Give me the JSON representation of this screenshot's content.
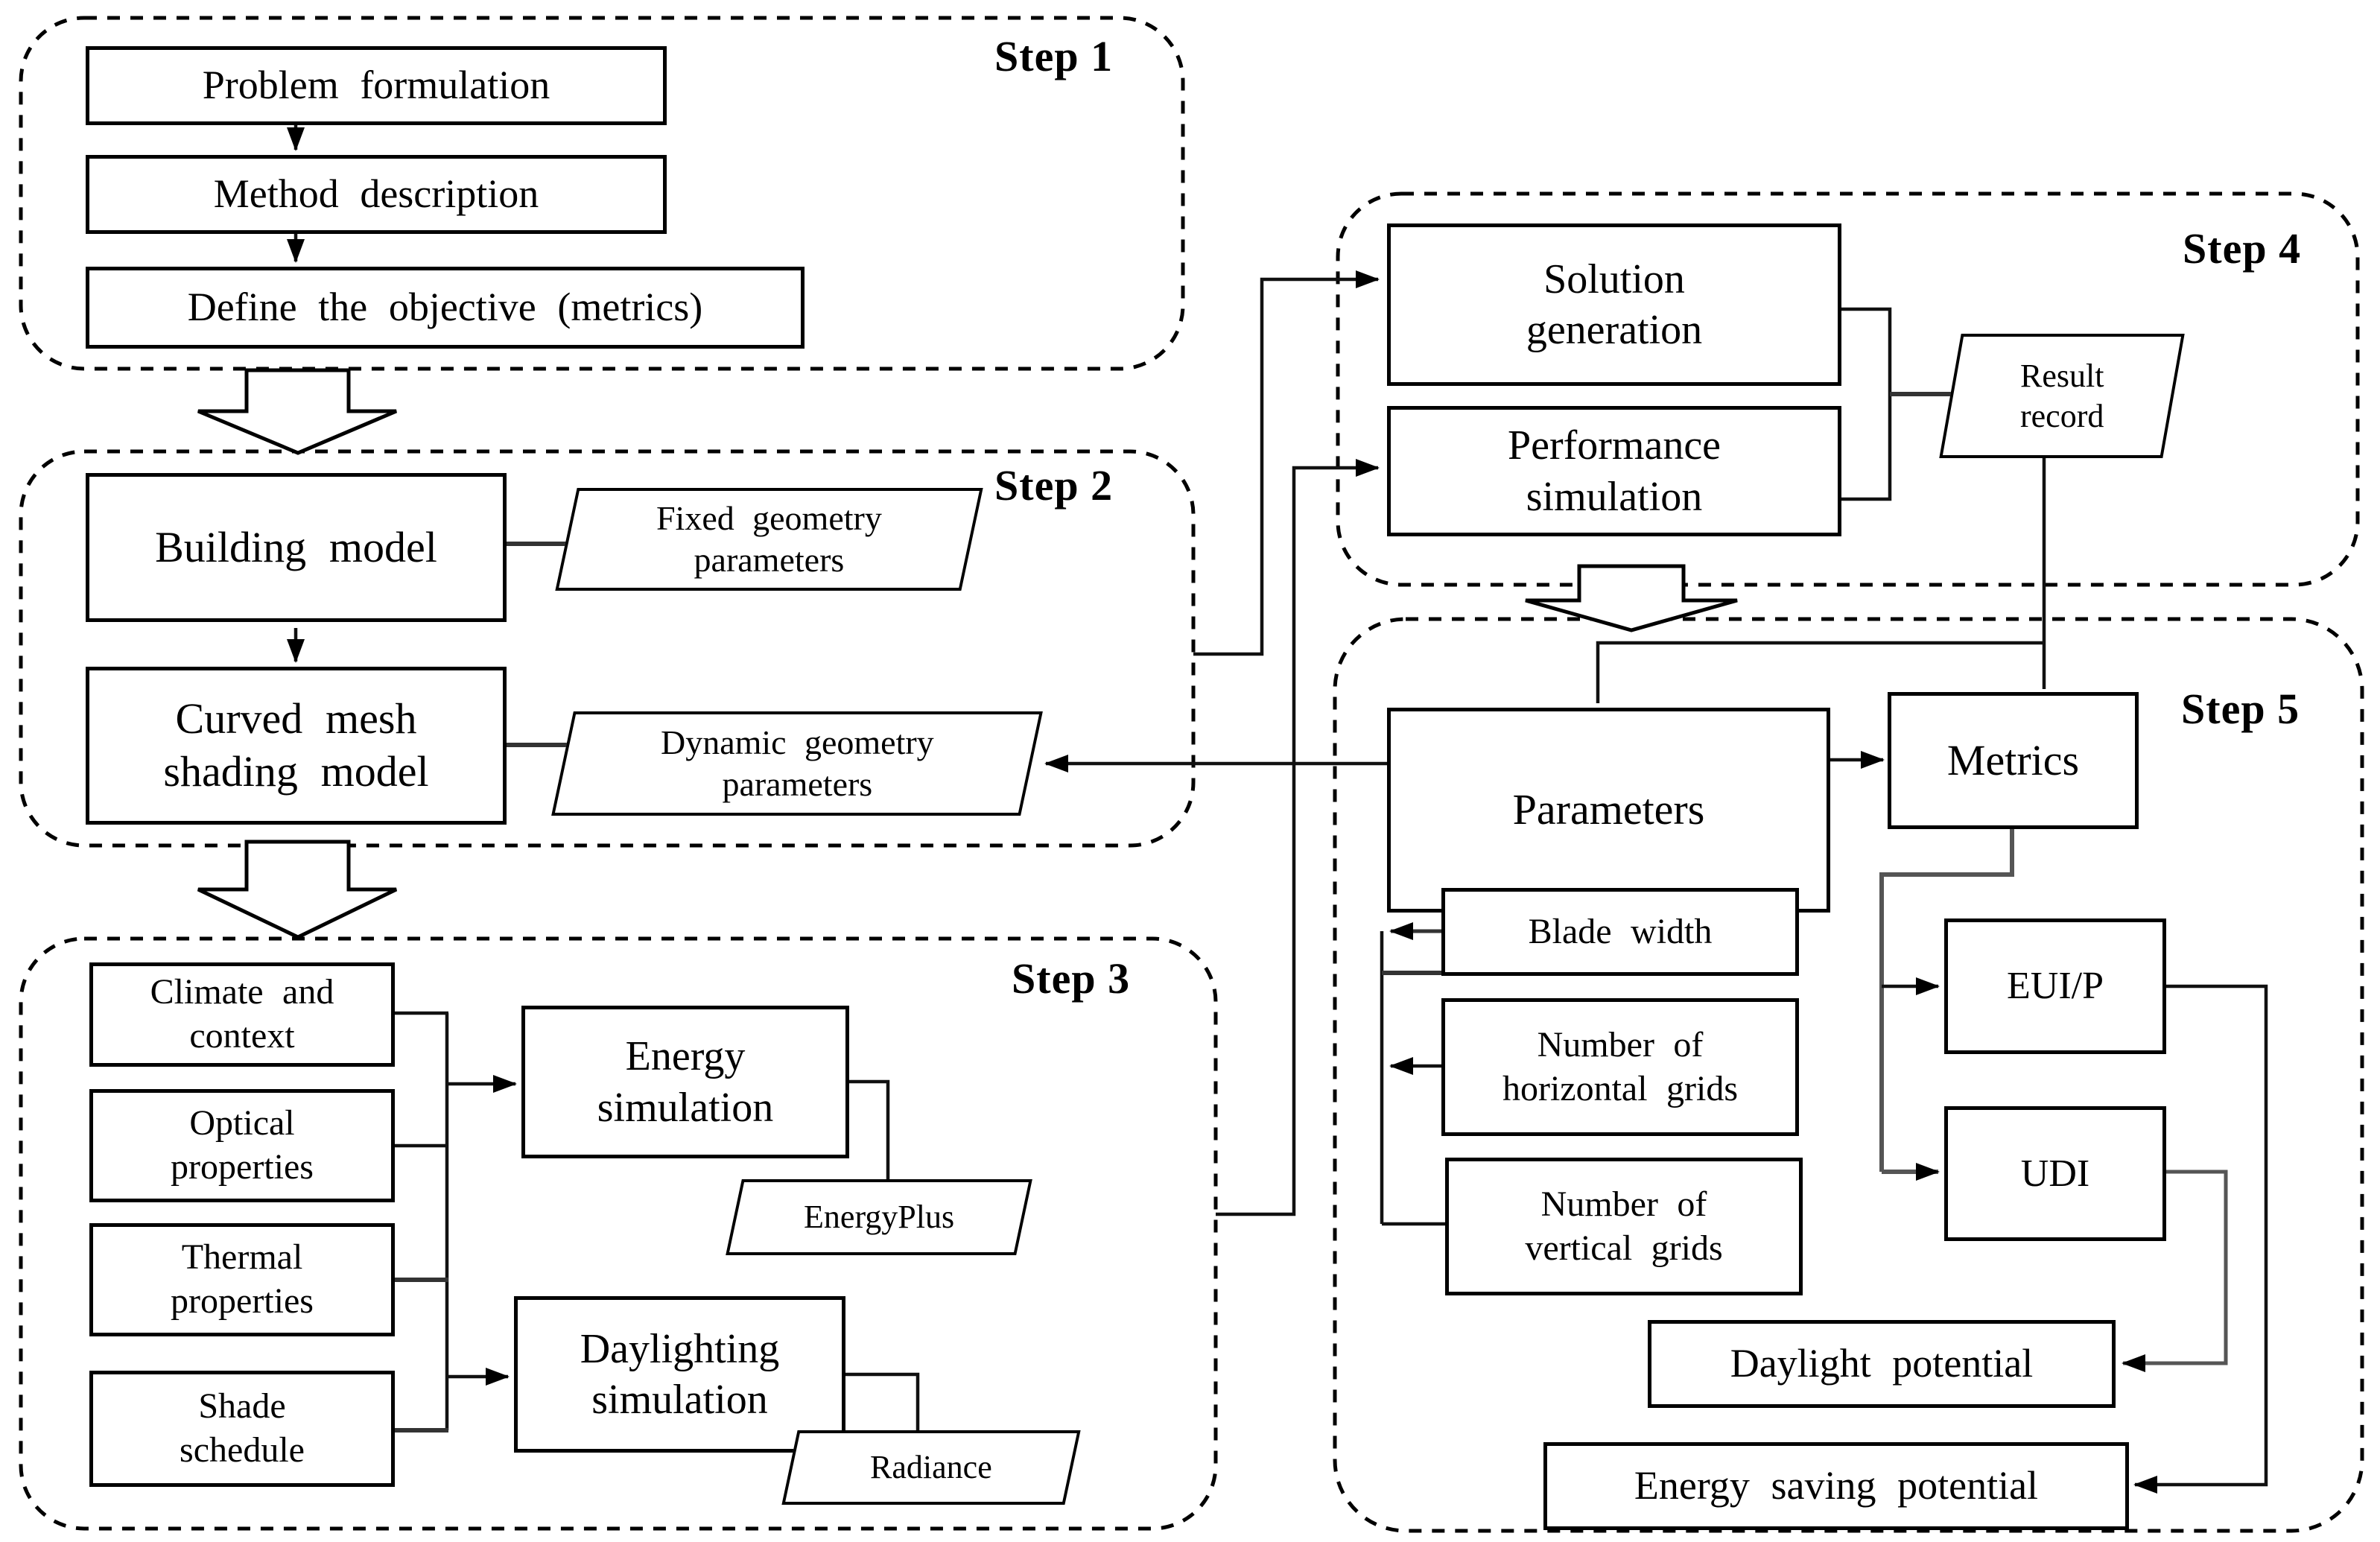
{
  "figure": {
    "type": "flowchart",
    "background_color": "#ffffff",
    "line_color": "#000000",
    "box_fill": "#ffffff"
  },
  "step1": {
    "label": "Step 1",
    "problem_formulation": "Problem formulation",
    "method_description": "Method description",
    "define_objective": "Define the objective (metrics)"
  },
  "step2": {
    "label": "Step 2",
    "building_model": "Building model",
    "fixed_geometry_line1": "Fixed geometry",
    "fixed_geometry_line2": "parameters",
    "curved_mesh_line1": "Curved mesh",
    "curved_mesh_line2": "shading model",
    "dynamic_geometry_line1": "Dynamic geometry",
    "dynamic_geometry_line2": "parameters"
  },
  "step3": {
    "label": "Step 3",
    "climate_line1": "Climate and",
    "climate_line2": "context",
    "optical_line1": "Optical",
    "optical_line2": "properties",
    "thermal_line1": "Thermal",
    "thermal_line2": "properties",
    "shade_line1": "Shade",
    "shade_line2": "schedule",
    "energy_sim_line1": "Energy",
    "energy_sim_line2": "simulation",
    "energyplus": "EnergyPlus",
    "daylighting_line1": "Daylighting",
    "daylighting_line2": "simulation",
    "radiance": "Radiance"
  },
  "step4": {
    "label": "Step 4",
    "solution_line1": "Solution",
    "solution_line2": "generation",
    "performance_line1": "Performance",
    "performance_line2": "simulation",
    "result_line1": "Result",
    "result_line2": "record"
  },
  "step5": {
    "label": "Step 5",
    "parameters": "Parameters",
    "metrics": "Metrics",
    "blade_width": "Blade width",
    "horizontal_grids_line1": "Number of",
    "horizontal_grids_line2": "horizontal grids",
    "vertical_grids_line1": "Number of",
    "vertical_grids_line2": "vertical grids",
    "euip": "EUI/P",
    "udi": "UDI",
    "daylight_potential": "Daylight potential",
    "energy_saving_potential": "Energy saving potential"
  }
}
